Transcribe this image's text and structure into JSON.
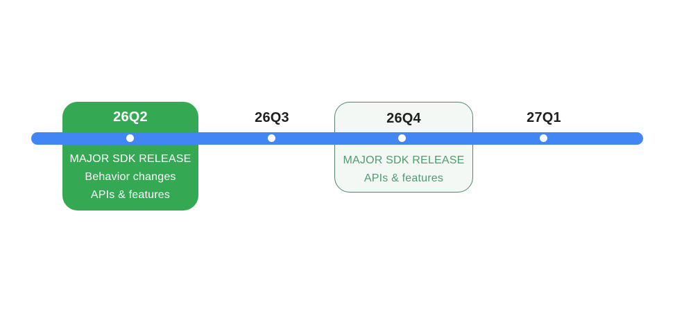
{
  "diagram": {
    "type": "timeline-roadmap",
    "orientation": "horizontal",
    "colors": {
      "page_bg": "#FFFFFF",
      "bar_color": "#4285F4",
      "dot": "#FFFFFF",
      "filled_card_bg": "#34A853",
      "filled_card_text": "#FFFFFF",
      "outlined_card_bg": "#F3F8F4",
      "outlined_card_border": "#55826E",
      "outlined_card_text": "#4F9A72",
      "label_text": "#1F1F1F"
    },
    "milestones": [
      {
        "label": "26Q2",
        "style": "filled-green-card",
        "card_lines": [
          "MAJOR SDK RELEASE",
          "Behavior changes",
          "APIs & features"
        ]
      },
      {
        "label": "26Q3",
        "style": "label-only",
        "card_lines": []
      },
      {
        "label": "26Q4",
        "style": "outlined-green-card",
        "card_lines": [
          "MAJOR SDK RELEASE",
          "APIs & features"
        ]
      },
      {
        "label": "27Q1",
        "style": "label-only",
        "card_lines": []
      }
    ]
  }
}
